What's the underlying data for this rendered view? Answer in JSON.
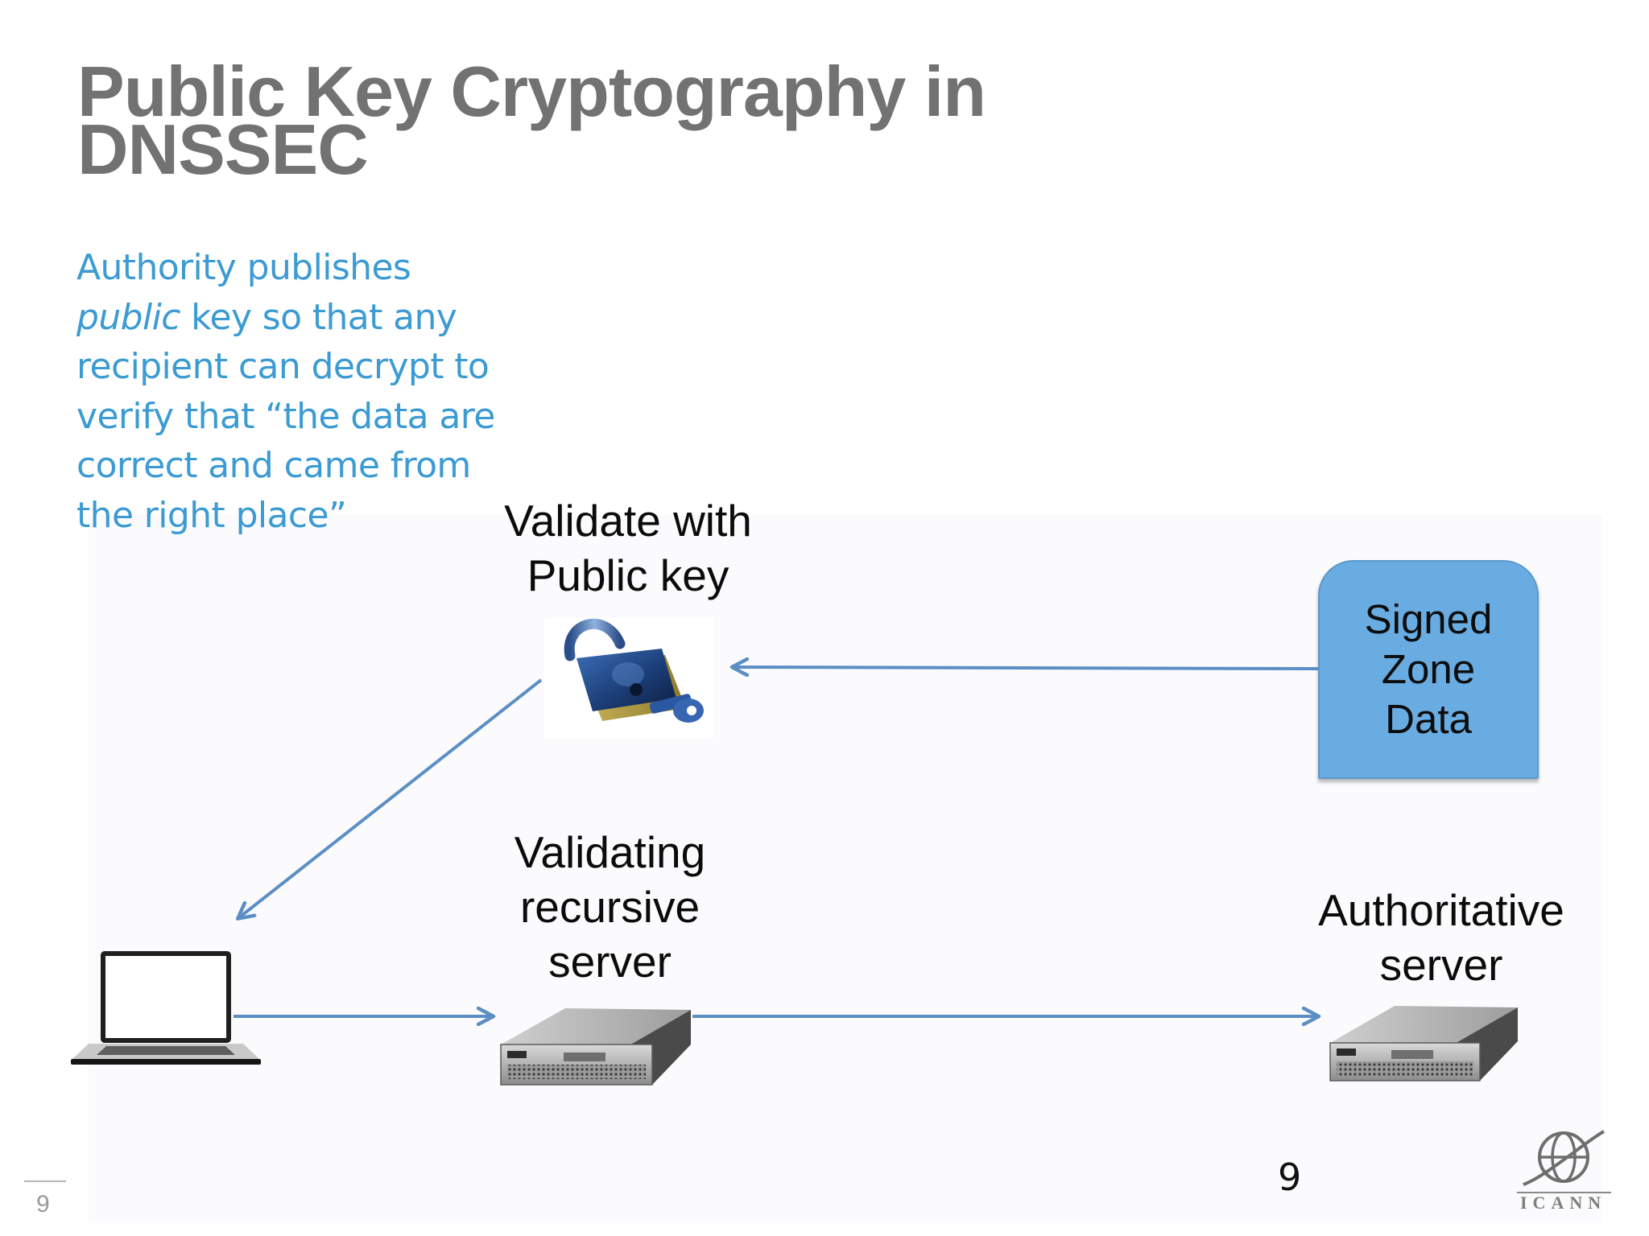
{
  "slide": {
    "title_lines": [
      "Public Key Cryptography in",
      "DNSSEC"
    ],
    "body": {
      "line1": "Authority publishes",
      "line2_em": "public",
      "line2_rest": " key so that any",
      "line3": "recipient can decrypt to",
      "line4": "verify that “the data are",
      "line5": "correct and came from",
      "line6": "the right place”"
    },
    "page_number": "9",
    "page_number_center": "9"
  },
  "diagram": {
    "labels": {
      "validate": [
        "Validate with",
        "Public key"
      ],
      "validating": [
        "Validating",
        "recursive",
        "server"
      ],
      "authoritative": [
        "Authoritative",
        "server"
      ]
    },
    "zone_box": [
      "Signed",
      "Zone",
      "Data"
    ],
    "icons": [
      "padlock-key-icon",
      "laptop-icon",
      "server-icon",
      "server-icon"
    ],
    "colors": {
      "arrow": "#5b8fc4",
      "zone_fill": "#69ace2",
      "title": "#727272",
      "body_text": "#3b9bd2"
    }
  },
  "logo": {
    "text": "ICANN"
  }
}
